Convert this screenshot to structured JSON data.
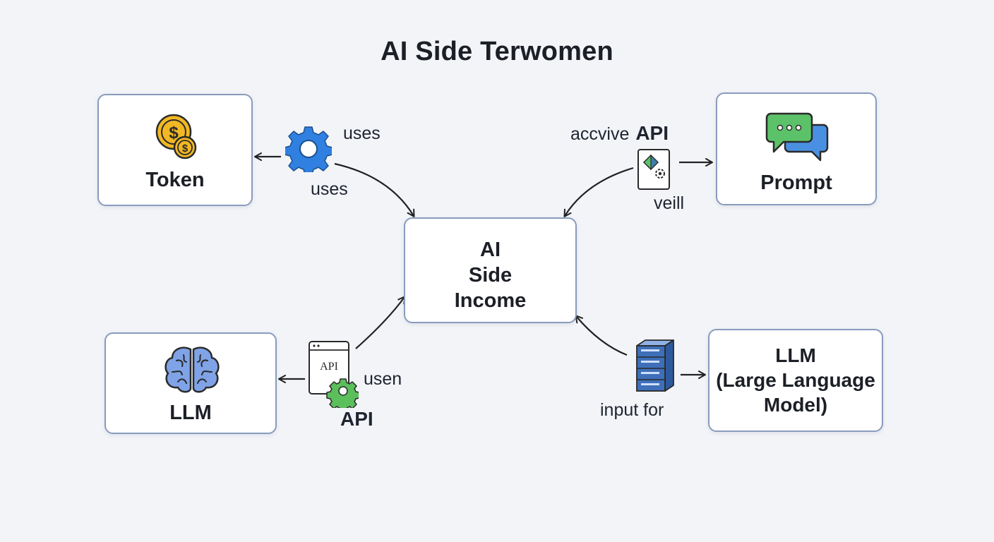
{
  "title": "AI Side Terwomen",
  "nodes": {
    "center": {
      "line1": "AI",
      "line2": "Side",
      "line3": "Income"
    },
    "token": {
      "label": "Token"
    },
    "prompt": {
      "label": "Prompt"
    },
    "llm_left": {
      "label": "LLM"
    },
    "llm_right": {
      "line1": "LLM",
      "line2": "(Large Language",
      "line3": "Model)"
    }
  },
  "edge_labels": {
    "top_left_uses_1": "uses",
    "top_left_uses_2": "uses",
    "top_right_prefix": "accvive",
    "top_right_api": "API",
    "top_right_veill": "veill",
    "bottom_left_usen": "usen",
    "bottom_left_api": "API",
    "bottom_right_input": "input for"
  },
  "icons": {
    "token": "coins-icon",
    "prompt": "chat-bubbles-icon",
    "llm_left": "brain-icon",
    "top_left_connector": "gear-icon",
    "top_right_connector": "document-gear-icon",
    "bottom_left_connector": "api-window-gear-icon",
    "bottom_right_connector": "server-icon"
  },
  "api_window_glyph": "API",
  "colors": {
    "background": "#f2f4f8",
    "box_border": "#8a9bbd",
    "gear_blue": "#2f80e0",
    "coin_gold": "#f2b824",
    "chat_green": "#5cc26a",
    "chat_blue": "#4a90e2",
    "brain_blue": "#7fa3e6",
    "gear_green": "#5bbf5b",
    "server_blue": "#3e6fb8",
    "arrow": "#222222"
  }
}
